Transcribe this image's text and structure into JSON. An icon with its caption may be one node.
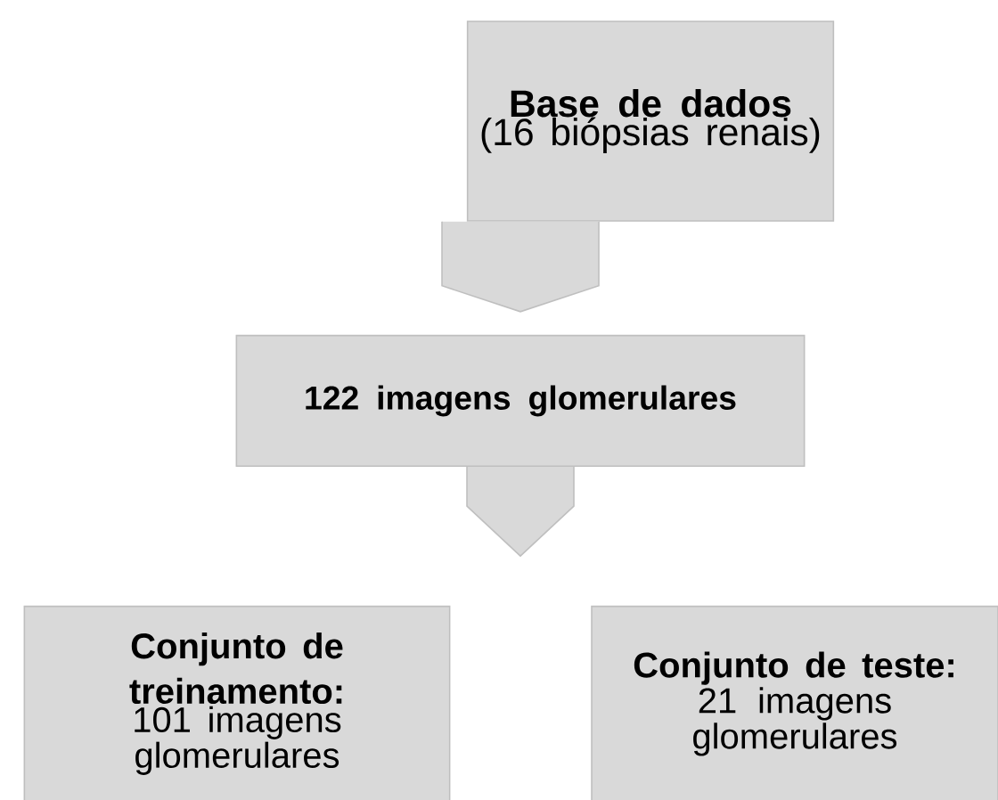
{
  "diagram": {
    "nodes": [
      {
        "text": [
          "Base de dados",
          "(16 biópsias renais)"
        ]
      },
      {
        "text": [
          "122 imagens glomerulares"
        ]
      },
      {
        "text": [
          "Conjunto de treinamento:",
          "101 imagens glomerulares"
        ]
      },
      {
        "text": [
          "Conjunto de teste:",
          "21 imagens glomerulares"
        ]
      }
    ],
    "edges": [
      {
        "from": 0,
        "to": 1,
        "arrow": "to"
      },
      {
        "from": 1,
        "to": null,
        "arrow": "to"
      }
    ]
  }
}
